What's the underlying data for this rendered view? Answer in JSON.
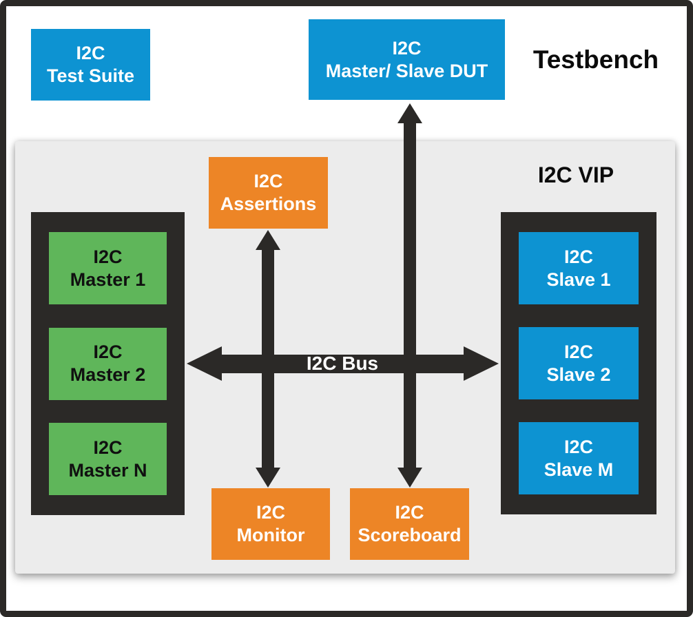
{
  "frame": {
    "title": "Testbench"
  },
  "vip": {
    "label": "I2C VIP"
  },
  "bus": {
    "label": "I2C Bus"
  },
  "test_suite": {
    "line1": "I2C",
    "line2": "Test Suite"
  },
  "dut": {
    "line1": "I2C",
    "line2": "Master/ Slave DUT"
  },
  "assertions": {
    "line1": "I2C",
    "line2": "Assertions"
  },
  "monitor": {
    "line1": "I2C",
    "line2": "Monitor"
  },
  "scoreboard": {
    "line1": "I2C",
    "line2": "Scoreboard"
  },
  "masters": [
    {
      "line1": "I2C",
      "line2": "Master 1"
    },
    {
      "line1": "I2C",
      "line2": "Master 2"
    },
    {
      "line1": "I2C",
      "line2": "Master N"
    }
  ],
  "slaves": [
    {
      "line1": "I2C",
      "line2": "Slave 1"
    },
    {
      "line1": "I2C",
      "line2": "Slave 2"
    },
    {
      "line1": "I2C",
      "line2": "Slave M"
    }
  ],
  "arrows": {
    "bus": "bidirectional-horizontal between I2C Masters and I2C Slaves",
    "assertions_monitor": "bidirectional-vertical between I2C Assertions and I2C Monitor crossing I2C Bus",
    "dut_scoreboard": "bidirectional-vertical between I2C Master/Slave DUT and I2C Scoreboard crossing I2C Bus"
  },
  "colors": {
    "dark": "#2b2927",
    "blue": "#0d93d2",
    "green": "#5fb65a",
    "orange": "#ed8526",
    "panel": "#ececec"
  }
}
